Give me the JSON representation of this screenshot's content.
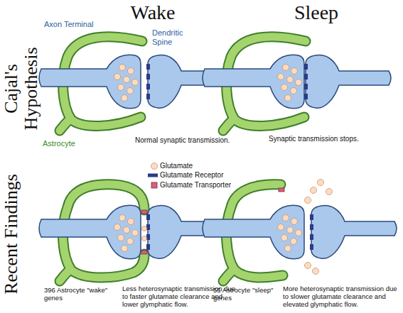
{
  "diagram": {
    "labels": [
      "Wake",
      "Sleep",
      "Cajal's Hypothesis",
      "Axon Terminal",
      "Dendritic Spine",
      "Astrocyte",
      "Normal synaptic transmission.",
      "Synaptic transmission stops.",
      "Recent Findings",
      "396 Astrocyte \"wake\" genes",
      "Less heterosynaptic transmission due to faster glutamate clearance and lower glymphatic flow.",
      "55 Astrocyte \"sleep\" genes",
      "More heterosynaptic transmission due to slower glutamate clearance and elevated glymphatic flow."
    ],
    "legend": [
      {
        "text": "Glutamate"
      },
      {
        "text": "Glutamate Receptor"
      },
      {
        "text": "Glutamate Transporter"
      }
    ]
  }
}
